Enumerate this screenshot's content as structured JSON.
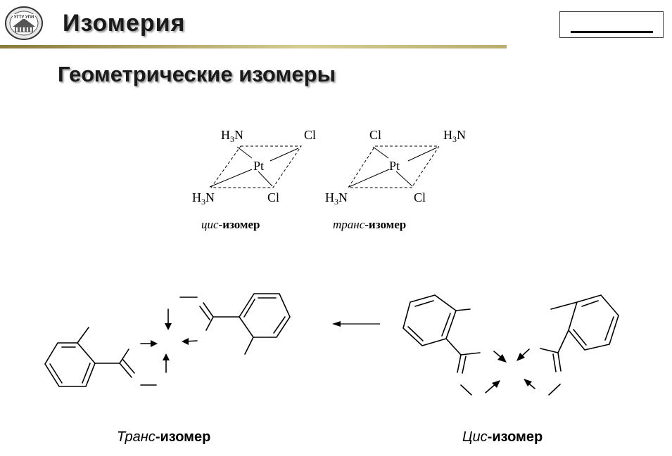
{
  "header": {
    "logo_text": "УГТУ УПИ",
    "title": "Изомерия",
    "subtitle": "Геометрические изомеры",
    "rule_colors": {
      "start": "#8a7a3a",
      "mid": "#d6cc98",
      "end": "#b9ad70"
    }
  },
  "pt_complexes": {
    "cis": {
      "top_left": {
        "main": "H",
        "sub": "3",
        "tail": "N"
      },
      "top_right": "Cl",
      "center": "Pt",
      "bottom_left": {
        "main": "H",
        "sub": "3",
        "tail": "N"
      },
      "bottom_right": "Cl",
      "prefix": "цис",
      "suffix": "-изомер"
    },
    "trans": {
      "top_left": "Cl",
      "top_right": {
        "main": "H",
        "sub": "3",
        "tail": "N"
      },
      "center": "Pt",
      "bottom_left": {
        "main": "H",
        "sub": "3",
        "tail": "N"
      },
      "bottom_right": "Cl",
      "prefix": "транс",
      "suffix": "-изомер"
    }
  },
  "captions": {
    "trans": {
      "prefix": "Транс",
      "suffix": "-изомер"
    },
    "cis": {
      "prefix": "Цис",
      "suffix": "-изомер"
    }
  }
}
